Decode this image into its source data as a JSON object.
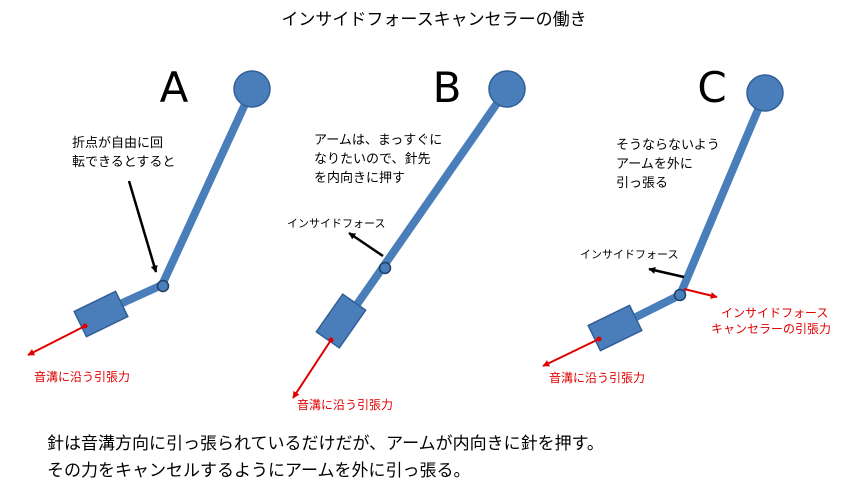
{
  "title": "インサイドフォースキャンセラーの働き",
  "panels": {
    "a": {
      "letter": "A",
      "note": [
        "折点が自由に回",
        "転できるとすると"
      ],
      "groove_label": "音溝に沿う引張力"
    },
    "b": {
      "letter": "B",
      "note": [
        "アームは、まっすぐに",
        "なりたいので、針先",
        "を内向きに押す"
      ],
      "inside_force_label": "インサイドフォース",
      "groove_label": "音溝に沿う引張力"
    },
    "c": {
      "letter": "C",
      "note": [
        "そうならないよう",
        "アームを外に",
        "引っ張る"
      ],
      "inside_force_label": "インサイドフォース",
      "canceller_label": [
        "インサイドフォース",
        "キャンセラーの引張力"
      ],
      "groove_label": "音溝に沿う引張力"
    }
  },
  "caption": [
    "針は音溝方向に引っ張られているだけだが、アームが内向きに針を押す。",
    "その力をキャンセルするようにアームを外に引っ張る。"
  ],
  "colors": {
    "arm_fill": "#4a7ebb",
    "arm_stroke": "#2f5f96",
    "arrow_black": "#000000",
    "arrow_red": "#e00000",
    "needle_dot": "#e00000",
    "text_black": "#000000",
    "text_red": "#e00000"
  }
}
